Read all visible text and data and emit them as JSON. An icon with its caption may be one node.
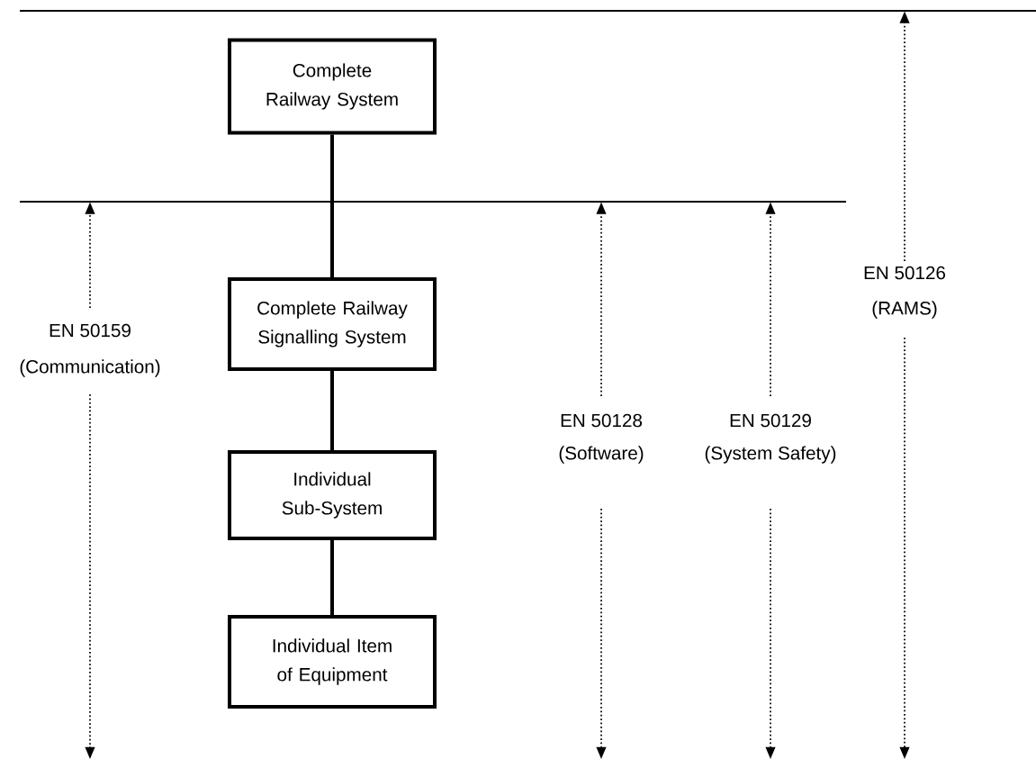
{
  "diagram": {
    "nodes": [
      {
        "text": [
          "Complete Railway System"
        ]
      },
      {
        "text": [
          "Complete Railway Signalling System"
        ]
      },
      {
        "text": [
          "Individual Sub-System"
        ]
      },
      {
        "text": [
          "Individual Item of Equipment"
        ]
      }
    ],
    "edges": [
      {
        "from": 0,
        "to": 1,
        "arrow": "none"
      },
      {
        "from": 1,
        "to": 2,
        "arrow": "none"
      },
      {
        "from": 2,
        "to": 3,
        "arrow": "none"
      }
    ],
    "labels": [
      "EN 50126",
      "(RAMS)",
      "EN 50159",
      "(Communication)",
      "EN 50128",
      "(Software)",
      "EN 50129",
      "(System Safety)"
    ]
  }
}
